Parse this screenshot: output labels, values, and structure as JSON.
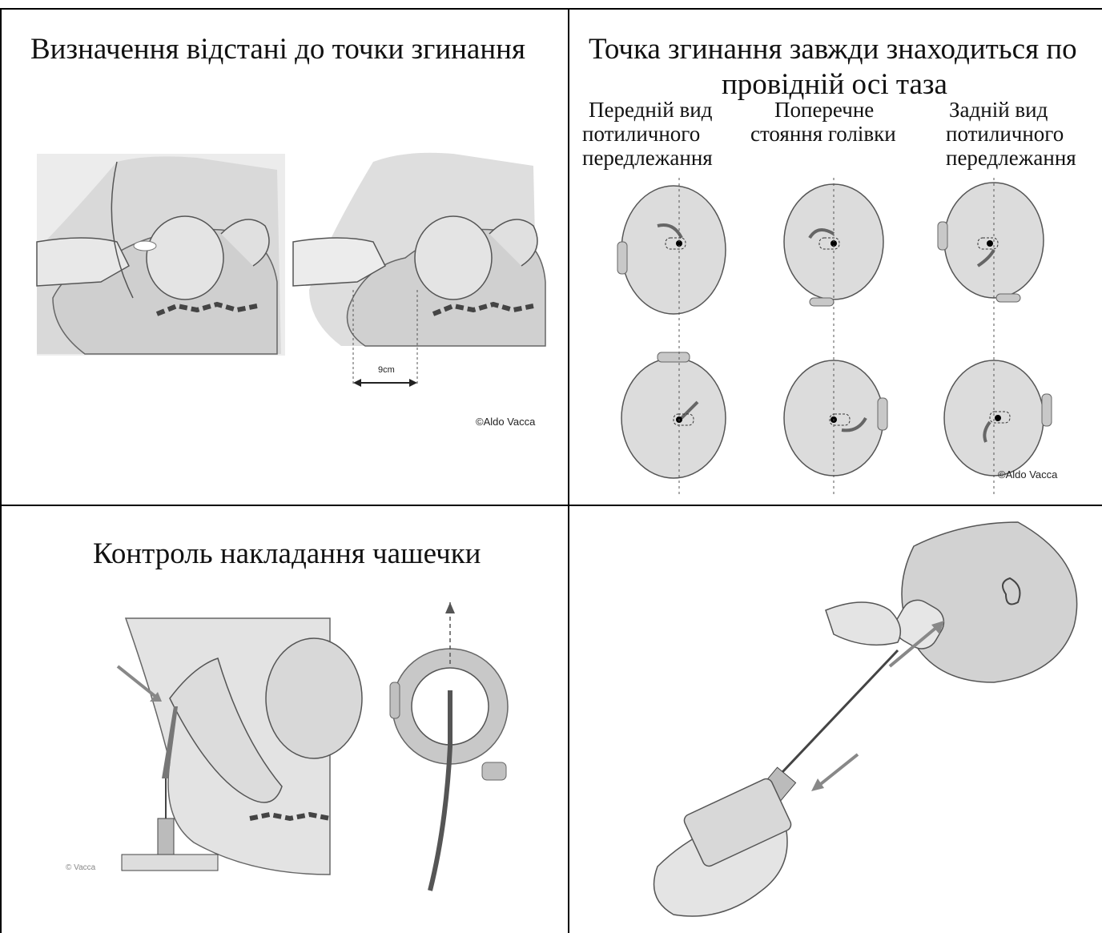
{
  "cells": {
    "top_left": {
      "title": "Визначення відстані до точки згинання",
      "measure_label": "9cm",
      "credit": "©Aldo Vacca"
    },
    "top_right": {
      "title_line1": "Точка згинання завжди знаходиться по",
      "title_line2": "провідній осі таза",
      "col1": [
        "Передній вид",
        "потиличного",
        "передлежання"
      ],
      "col2": [
        "Поперечне",
        "стояння голівки"
      ],
      "col3": [
        "Задній вид",
        "потиличного",
        "передлежання"
      ],
      "credit": "©Aldo Vacca"
    },
    "bottom_left": {
      "title": "Контроль накладання чашечки",
      "credit": "© Vacca"
    },
    "bottom_right": {}
  },
  "colors": {
    "skin": "#dcdcdc",
    "skin_dark": "#c4c4c4",
    "line": "#555555",
    "arrow": "#777777",
    "border": "#000000"
  }
}
